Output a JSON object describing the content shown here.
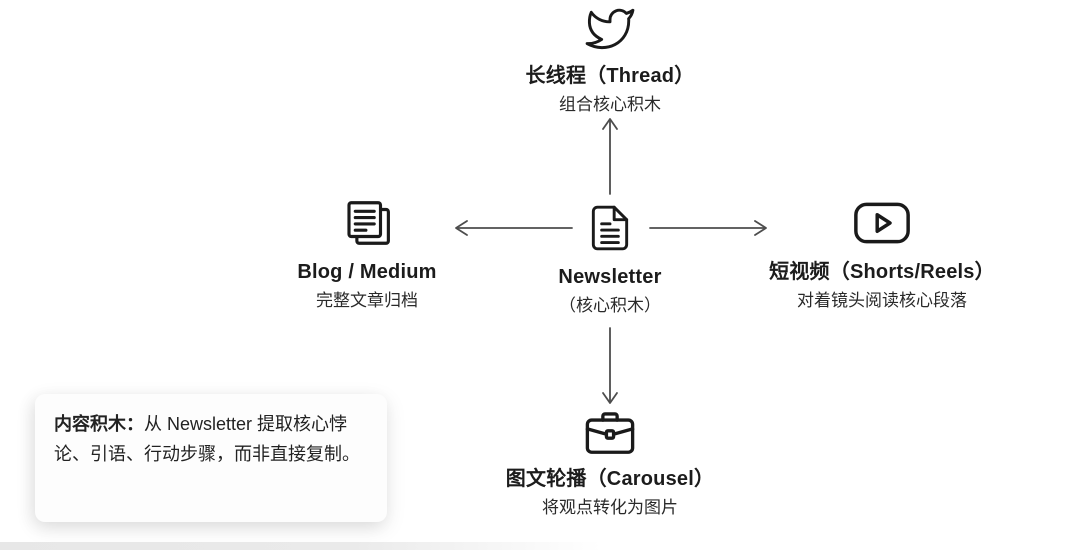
{
  "diagram": {
    "nodes": {
      "thread": {
        "title": "长线程（Thread）",
        "subtitle": "组合核心积木",
        "icon": "twitter-bird-icon"
      },
      "newsletter": {
        "title": "Newsletter",
        "subtitle": "（核心积木）",
        "icon": "document-icon"
      },
      "blog": {
        "title": "Blog / Medium",
        "subtitle": "完整文章归档",
        "icon": "stacked-documents-icon"
      },
      "shorts": {
        "title": "短视频（Shorts/Reels）",
        "subtitle": "对着镜头阅读核心段落",
        "icon": "video-play-icon"
      },
      "carousel": {
        "title": "图文轮播（Carousel）",
        "subtitle": "将观点转化为图片",
        "icon": "briefcase-icon"
      }
    },
    "arrows": [
      {
        "name": "arrow-up",
        "from": "newsletter",
        "to": "thread"
      },
      {
        "name": "arrow-left",
        "from": "newsletter",
        "to": "blog"
      },
      {
        "name": "arrow-right",
        "from": "newsletter",
        "to": "shorts"
      },
      {
        "name": "arrow-down",
        "from": "newsletter",
        "to": "carousel"
      }
    ],
    "note": {
      "label": "内容积木：",
      "text": "从 Newsletter 提取核心悖论、引语、行动步骤，而非直接复制。"
    },
    "colors": {
      "icon_stroke": "#1a1a1a",
      "text": "#1f1f1f",
      "arrow": "#4d4d4d",
      "note_background": "#fdfdfd",
      "bottom_strip": "#eaeaea",
      "page_background": "#ffffff"
    }
  }
}
